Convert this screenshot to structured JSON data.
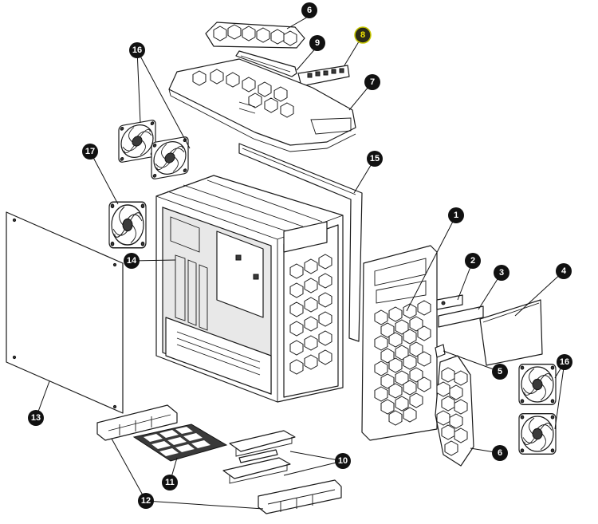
{
  "callouts": [
    {
      "id": "c1",
      "label": "1"
    },
    {
      "id": "c2",
      "label": "2"
    },
    {
      "id": "c3",
      "label": "3"
    },
    {
      "id": "c4",
      "label": "4"
    },
    {
      "id": "c5",
      "label": "5"
    },
    {
      "id": "c6a",
      "label": "6"
    },
    {
      "id": "c6b",
      "label": "6"
    },
    {
      "id": "c7",
      "label": "7"
    },
    {
      "id": "c8",
      "label": "8",
      "highlight": true
    },
    {
      "id": "c9",
      "label": "9"
    },
    {
      "id": "c10",
      "label": "10"
    },
    {
      "id": "c11",
      "label": "11"
    },
    {
      "id": "c12",
      "label": "12"
    },
    {
      "id": "c13",
      "label": "13"
    },
    {
      "id": "c14",
      "label": "14"
    },
    {
      "id": "c15",
      "label": "15"
    },
    {
      "id": "c16a",
      "label": "16"
    },
    {
      "id": "c16b",
      "label": "16"
    },
    {
      "id": "c17",
      "label": "17"
    }
  ],
  "colors": {
    "callout_fill": "#111111",
    "callout_text": "#ffffff",
    "highlight_fill": "#2b2b18",
    "highlight_text": "#f2e600",
    "line": "#1a1a1a"
  }
}
